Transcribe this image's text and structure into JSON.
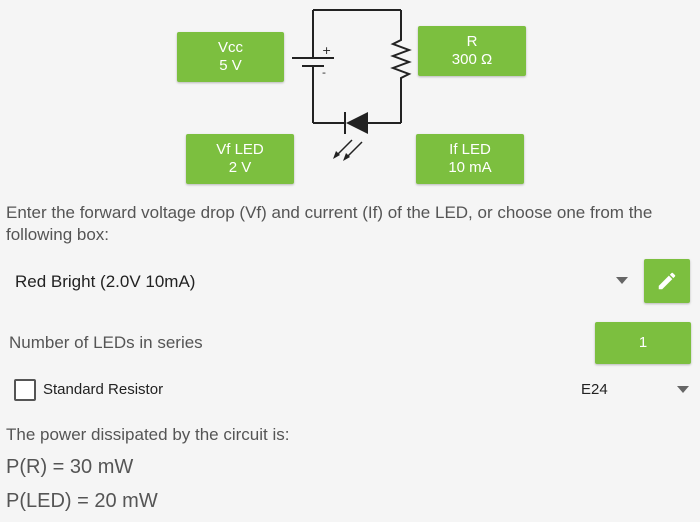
{
  "colors": {
    "accent": "#7cbf3f",
    "text_primary": "#222222",
    "text_secondary": "#555555",
    "background": "#f5f5f5"
  },
  "circuit": {
    "vcc": {
      "label": "Vcc",
      "value": "5 V"
    },
    "resistor": {
      "label": "R",
      "value": "300 Ω"
    },
    "vf_led": {
      "label": "Vf LED",
      "value": "2 V"
    },
    "if_led": {
      "label": "If LED",
      "value": "10 mA"
    }
  },
  "instructions": "Enter the forward voltage drop (Vf) and current (If) of the LED, or choose one from the following box:",
  "led_select": {
    "value": "Red Bright (2.0V 10mA)",
    "edit_icon": "pencil-icon"
  },
  "leds_in_series": {
    "label": "Number of LEDs in series",
    "value": "1"
  },
  "standard_resistor": {
    "label": "Standard Resistor",
    "checked": false,
    "series": "E24"
  },
  "power": {
    "title": "The power dissipated by the circuit is:",
    "p_r": "P(R) = 30 mW",
    "p_led": "P(LED) = 20 mW"
  }
}
